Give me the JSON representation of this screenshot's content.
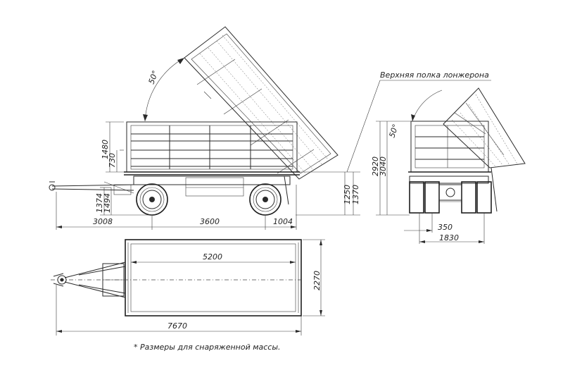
{
  "side_view": {
    "dims": {
      "height_body": "1480",
      "side_board": "730",
      "tilt_angle": "50°",
      "hitch_height_1": "1374",
      "hitch_height_2": "1494",
      "overhang_front": "3008",
      "wheelbase": "3600",
      "overhang_rear": "1004",
      "floor_height_1": "1250",
      "floor_height_2": "1370"
    },
    "callout": "Верхняя полка лонжерона"
  },
  "rear_view": {
    "dims": {
      "tilt_angle": "50°",
      "height_1": "2920",
      "height_2": "3040",
      "spring_track": "350",
      "track": "1830"
    }
  },
  "top_view": {
    "dims": {
      "body_length": "5200",
      "body_width": "2270",
      "total_length": "7670"
    }
  },
  "footnote": "* Размеры для снаряженной массы."
}
